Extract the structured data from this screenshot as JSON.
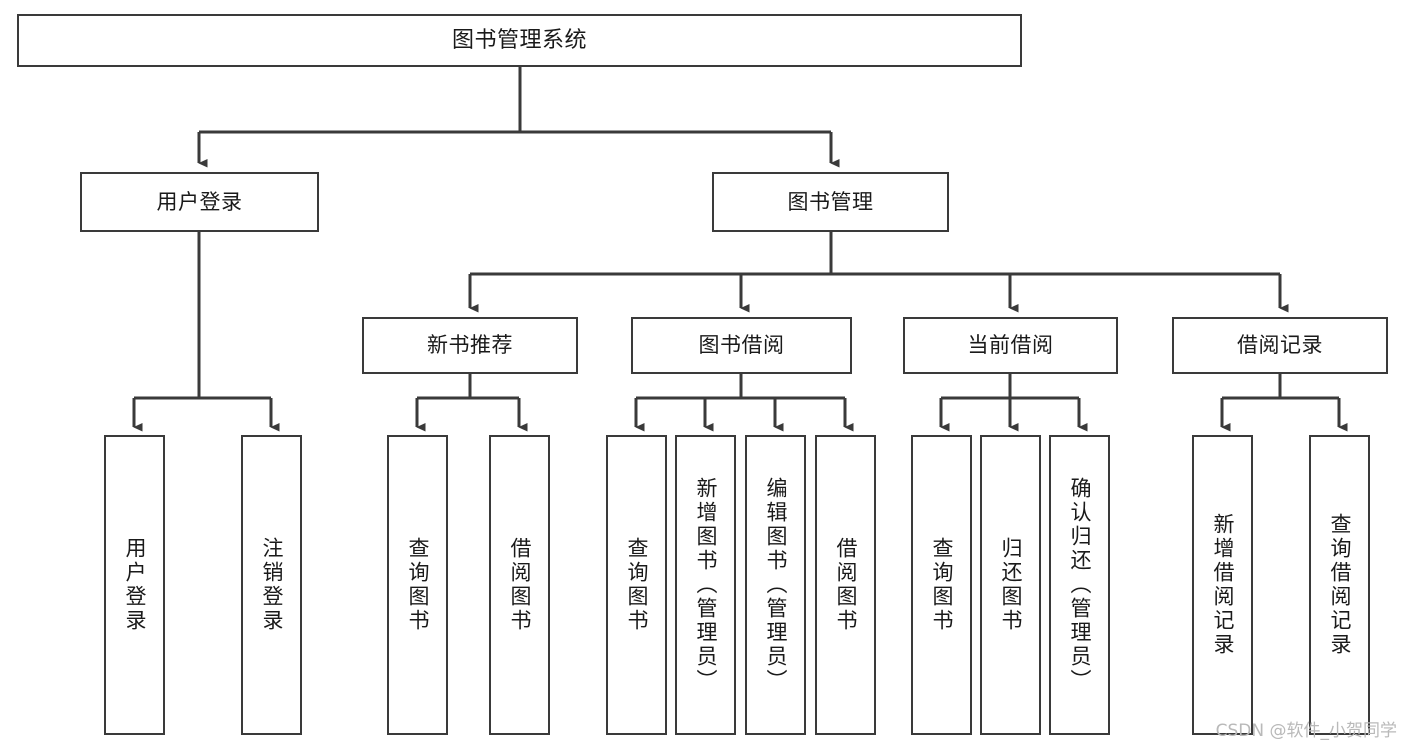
{
  "diagram": {
    "title": "图书管理系统",
    "type": "tree-hierarchy-diagram",
    "colors": {
      "background": "#ffffff",
      "box_border": "#3a3a3a",
      "connector": "#3a3a3a",
      "text": "#1a1a1a",
      "watermark": "#b9b9b9"
    },
    "root": {
      "label": "图书管理系统"
    },
    "level2": [
      {
        "label": "用户登录"
      },
      {
        "label": "图书管理"
      }
    ],
    "level3": [
      {
        "label": "新书推荐"
      },
      {
        "label": "图书借阅"
      },
      {
        "label": "当前借阅"
      },
      {
        "label": "借阅记录"
      }
    ],
    "leaves": {
      "user_login": [
        {
          "label": "用户登录"
        },
        {
          "label": "注销登录"
        }
      ],
      "new_book_recommend": [
        {
          "label": "查询图书"
        },
        {
          "label": "借阅图书"
        }
      ],
      "book_borrow": [
        {
          "label": "查询图书"
        },
        {
          "label": "新增图书（管理员）"
        },
        {
          "label": "编辑图书（管理员）"
        },
        {
          "label": "借阅图书"
        }
      ],
      "current_borrow": [
        {
          "label": "查询图书"
        },
        {
          "label": "归还图书"
        },
        {
          "label": "确认归还（管理员）"
        }
      ],
      "borrow_record": [
        {
          "label": "新增借阅记录"
        },
        {
          "label": "查询借阅记录"
        }
      ]
    },
    "watermark": "CSDN @软件_小贺同学"
  }
}
